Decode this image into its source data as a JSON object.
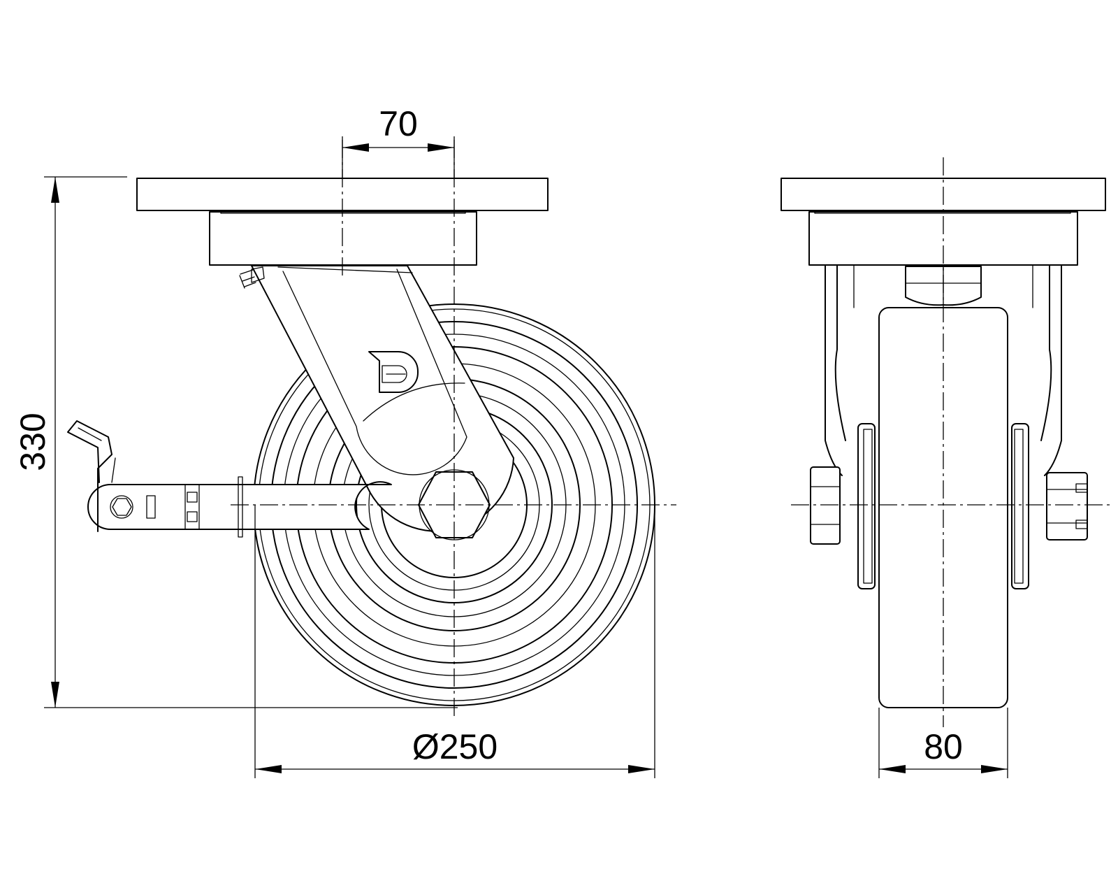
{
  "dimensions": {
    "pivot_offset": "70",
    "overall_height": "330",
    "wheel_diameter": "Ø250",
    "wheel_width": "80"
  },
  "views": {
    "side": "side-view",
    "front": "front-view"
  },
  "icons": {
    "logo": "brand-d-logo-icon",
    "brake": "brake-lever-icon",
    "grease": "grease-nipple-icon"
  }
}
